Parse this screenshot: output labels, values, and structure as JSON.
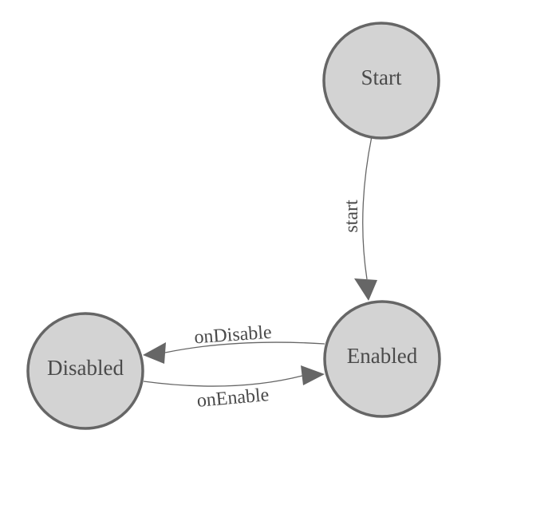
{
  "diagram": {
    "type": "state-machine",
    "colors": {
      "background": "#ffffff",
      "node_fill": "#d3d3d3",
      "node_stroke": "#666666",
      "edge_color": "#666666",
      "label_color": "#4a4a4a"
    },
    "nodes": [
      {
        "id": "start",
        "label": "Start"
      },
      {
        "id": "enabled",
        "label": "Enabled"
      },
      {
        "id": "disabled",
        "label": "Disabled"
      }
    ],
    "edges": [
      {
        "from": "start",
        "to": "enabled",
        "label": "start"
      },
      {
        "from": "enabled",
        "to": "disabled",
        "label": "onDisable"
      },
      {
        "from": "disabled",
        "to": "enabled",
        "label": "onEnable"
      }
    ]
  }
}
